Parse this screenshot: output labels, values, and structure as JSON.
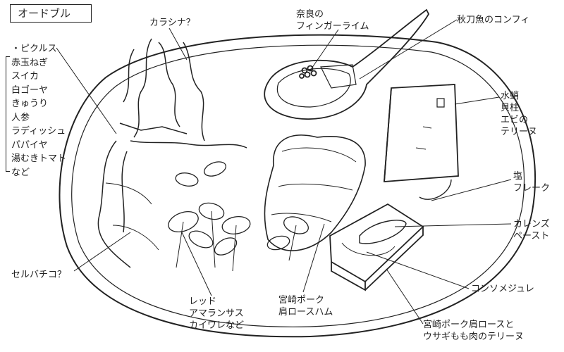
{
  "title": "オードブル",
  "pickles": {
    "items": [
      "・ピクルス",
      "赤玉ねぎ",
      "スイカ",
      "白ゴーヤ",
      "きゅうり",
      "人参",
      "ラディッシュ",
      "パパイヤ",
      "湯むきトマト",
      "など"
    ]
  },
  "labels": {
    "karashina": "カラシナ？",
    "nara_lime": "奈良の\nフィンガーライム",
    "sanma": "秋刀魚のコンフィ",
    "terrine_seafood": "水蛸\n貝柱\nエビの\nテリーヌ",
    "salt": "塩\nフレーク",
    "karenz": "カレンズ\nペースト",
    "consomme": "コンソメジュレ",
    "terrine_pork": "宮崎ポーク肩ロースと\nウサギもも肉のテリーヌ",
    "ham": "宮崎ポーク\n肩ロースハム",
    "sprouts": "レッド\nアマランサス\nカイワレなど",
    "cerbacico": "セルバチコ？"
  },
  "colors": {
    "ink": "#222222",
    "background": "#ffffff"
  }
}
